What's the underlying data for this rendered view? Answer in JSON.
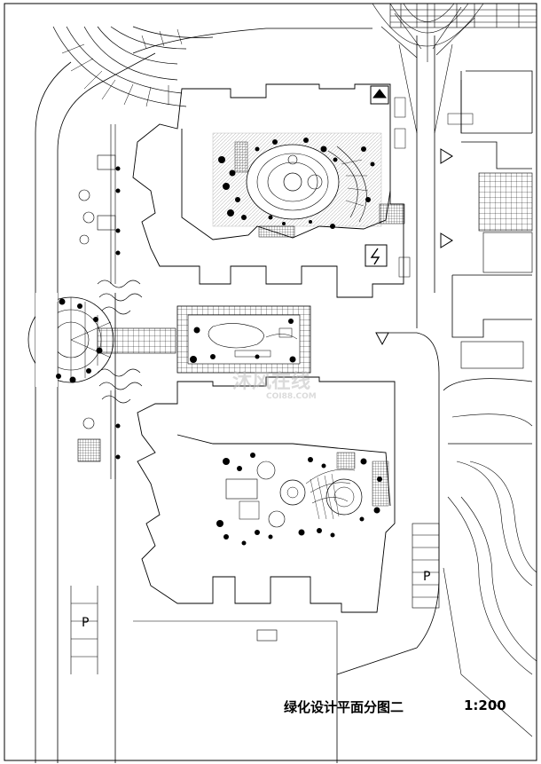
{
  "drawing": {
    "title": "绿化设计平面分图二",
    "scale": "1:200"
  },
  "watermark": {
    "text": "沐风在线",
    "sub": "COI88.COM"
  },
  "parking": {
    "label": "P"
  },
  "colors": {
    "line": "#000000",
    "paper": "#ffffff",
    "watermark": "#bebebe"
  }
}
